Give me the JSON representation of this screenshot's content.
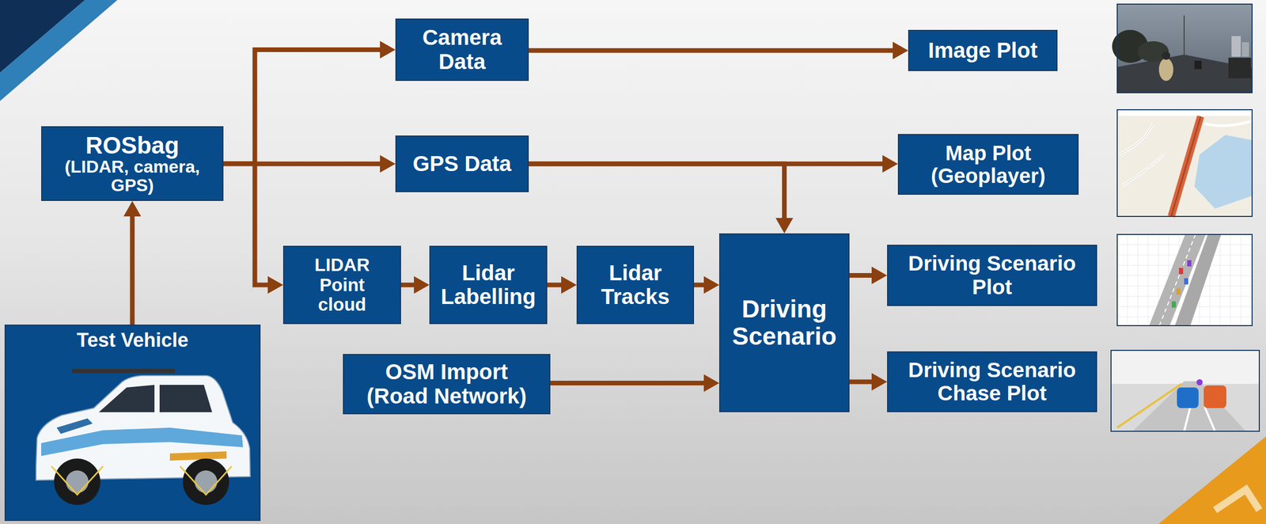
{
  "diagram": {
    "nodes": [
      {
        "text": [
          "Camera Data"
        ]
      },
      {
        "text": [
          "Image Plot"
        ]
      },
      {
        "text": [
          "ROSbag",
          "(LIDAR, camera, GPS)"
        ]
      },
      {
        "text": [
          "GPS Data"
        ]
      },
      {
        "text": [
          "Map Plot (Geoplayer)"
        ]
      },
      {
        "text": [
          "LIDAR Point cloud"
        ]
      },
      {
        "text": [
          "Lidar Labelling"
        ]
      },
      {
        "text": [
          "Lidar Tracks"
        ]
      },
      {
        "text": [
          "Driving Scenario"
        ]
      },
      {
        "text": [
          "Driving Scenario Plot"
        ]
      },
      {
        "text": [
          "Test Vehicle"
        ]
      },
      {
        "text": [
          "OSM Import (Road Network)"
        ]
      },
      {
        "text": [
          "Driving Scenario Chase Plot"
        ]
      }
    ],
    "edges": [
      {
        "from": 10,
        "to": 2,
        "arrow": "to"
      },
      {
        "from": 2,
        "to": 0,
        "arrow": "to"
      },
      {
        "from": 2,
        "to": 3,
        "arrow": "to"
      },
      {
        "from": 2,
        "to": 5,
        "arrow": "to"
      },
      {
        "from": 0,
        "to": 1,
        "arrow": "to"
      },
      {
        "from": 3,
        "to": 4,
        "arrow": "to"
      },
      {
        "from": 3,
        "to": 8,
        "arrow": "to"
      },
      {
        "from": 5,
        "to": 6,
        "arrow": "to"
      },
      {
        "from": 6,
        "to": 7,
        "arrow": "to"
      },
      {
        "from": 7,
        "to": 8,
        "arrow": "to"
      },
      {
        "from": 11,
        "to": 8,
        "arrow": "to"
      },
      {
        "from": 8,
        "to": 9,
        "arrow": "to"
      },
      {
        "from": 8,
        "to": 12,
        "arrow": "to"
      }
    ]
  }
}
